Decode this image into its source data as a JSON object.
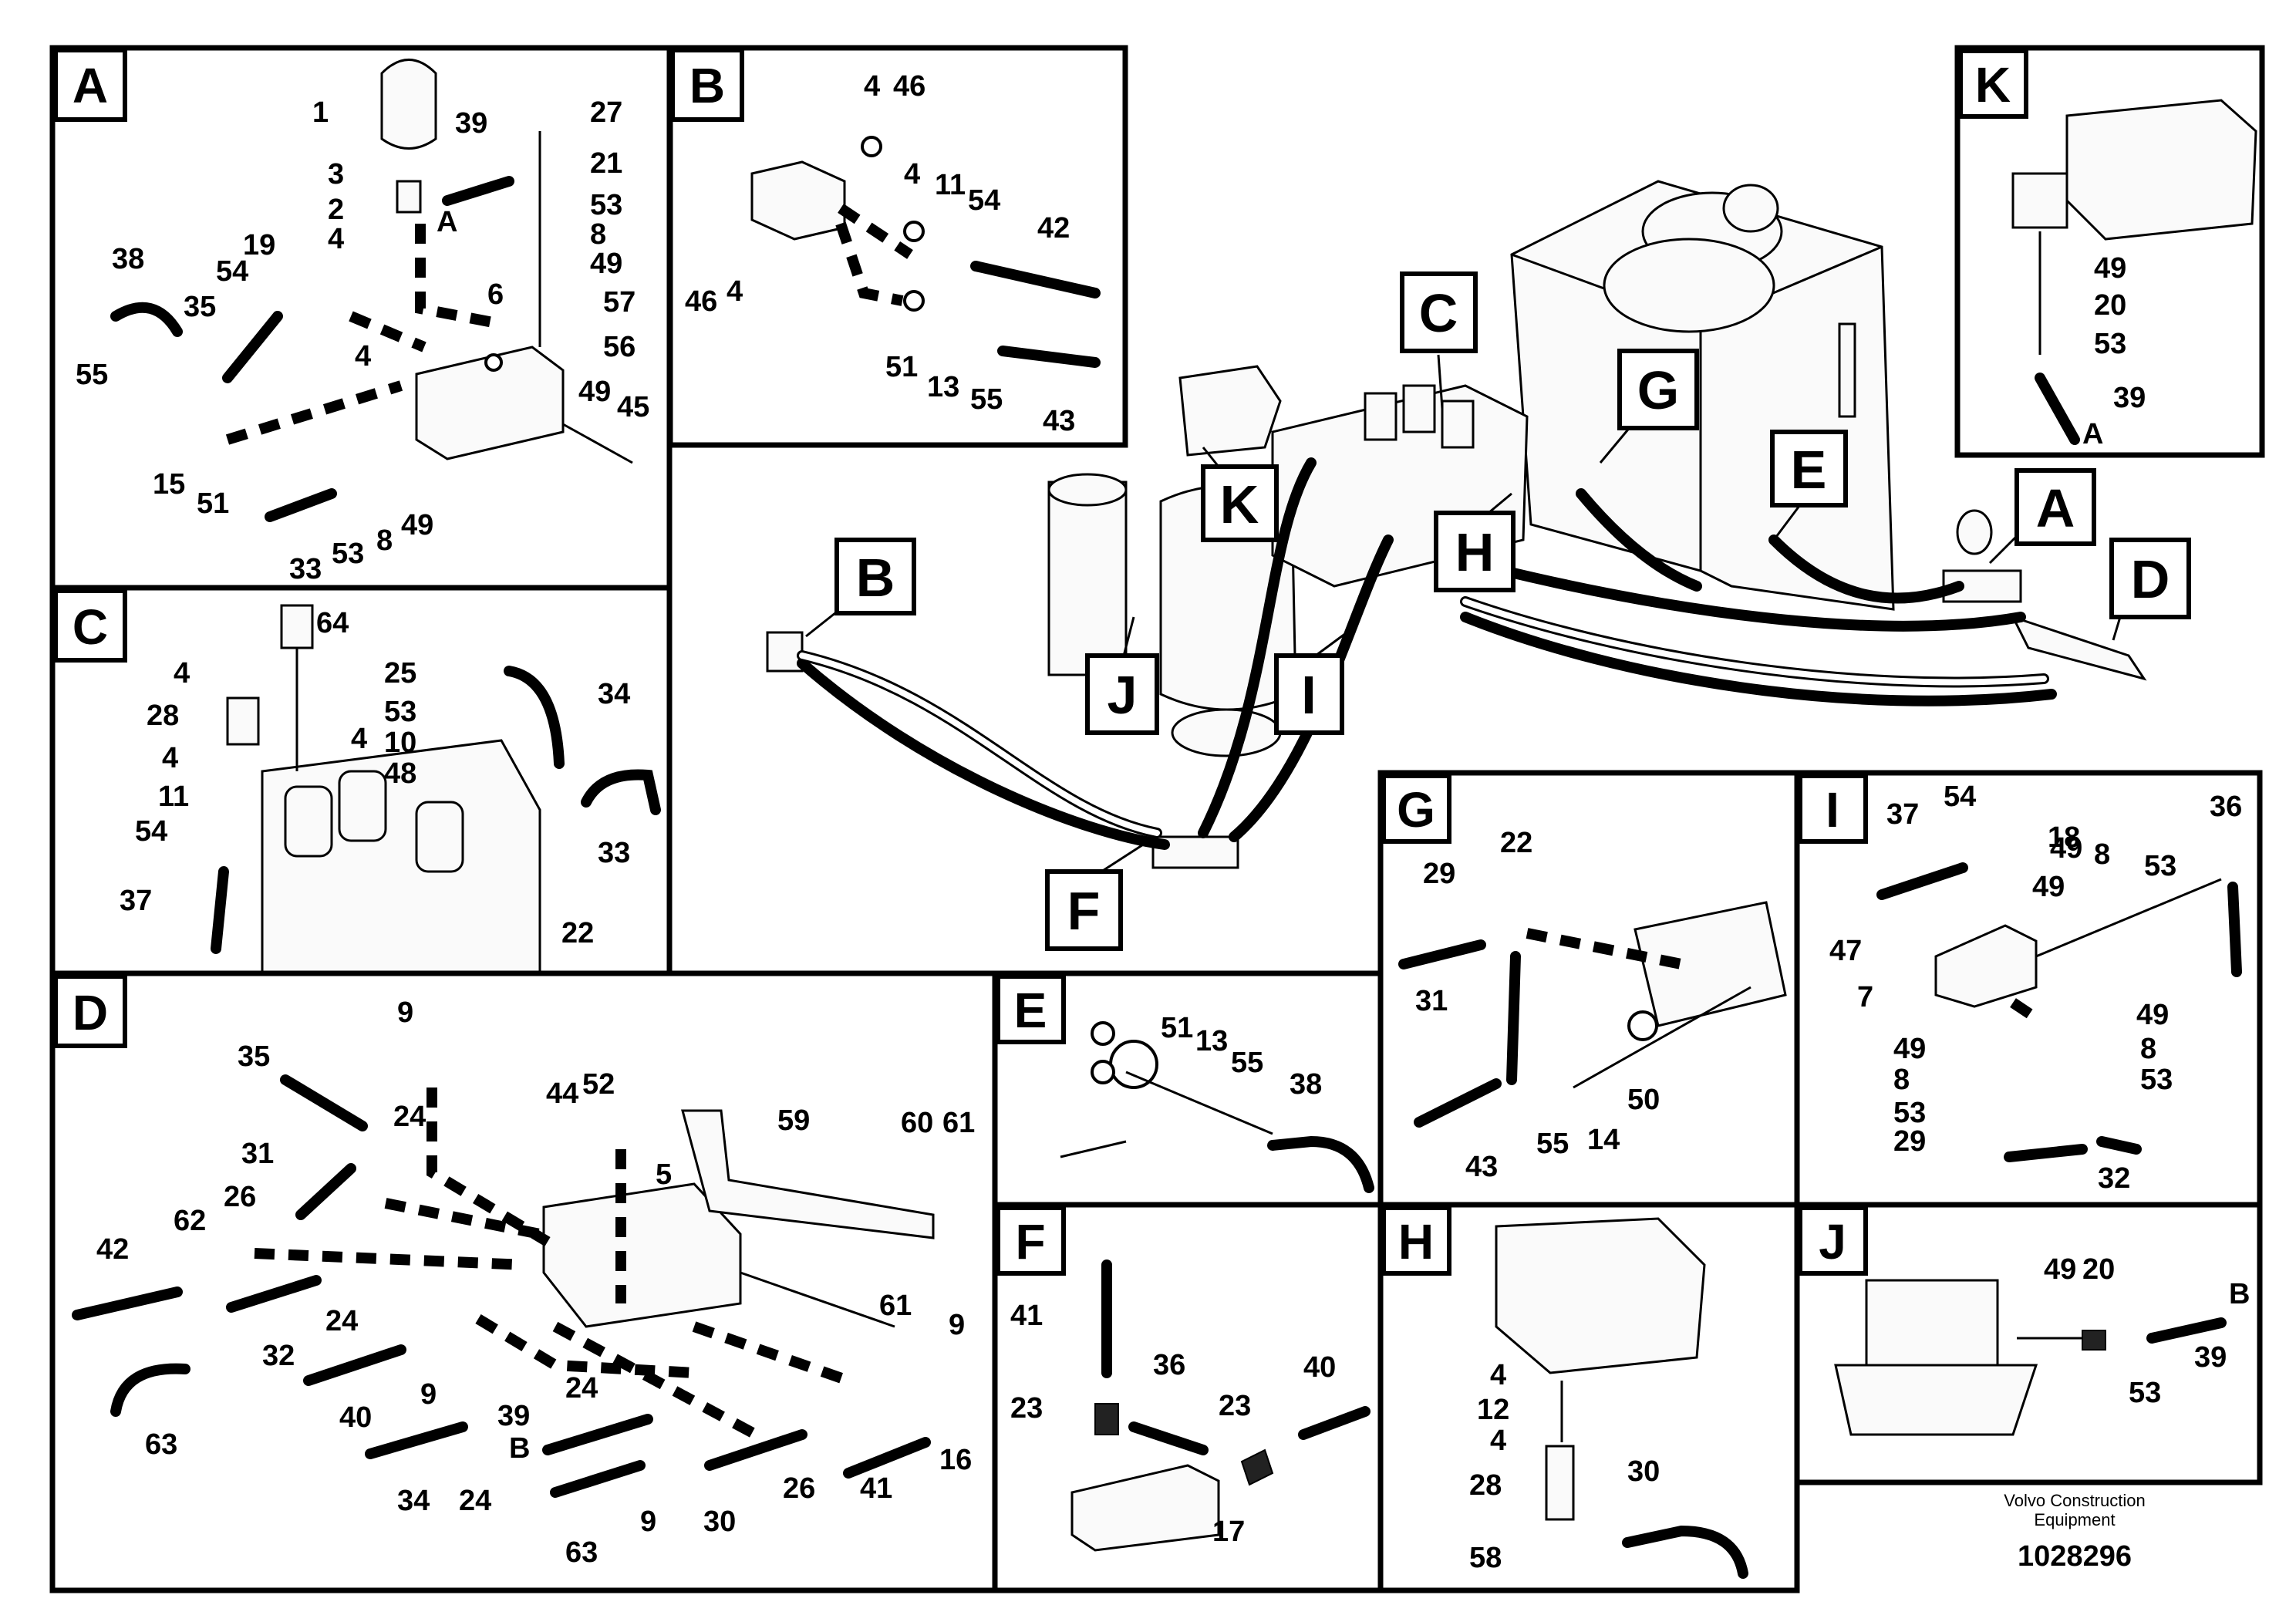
{
  "panels": {
    "A": {
      "label": "A",
      "numbers": [
        "1",
        "39",
        "27",
        "21",
        "3",
        "2",
        "53",
        "8",
        "4",
        "49",
        "57",
        "56",
        "6",
        "19",
        "38",
        "54",
        "35",
        "4",
        "55",
        "15",
        "51",
        "33",
        "53",
        "8",
        "49",
        "49",
        "45"
      ],
      "hose_tag": "A"
    },
    "B": {
      "label": "B",
      "numbers": [
        "4",
        "46",
        "4",
        "11",
        "54",
        "42",
        "46",
        "4",
        "51",
        "13",
        "55",
        "43"
      ]
    },
    "C": {
      "label": "C",
      "numbers": [
        "64",
        "4",
        "28",
        "4",
        "4",
        "11",
        "54",
        "37",
        "25",
        "53",
        "10",
        "48",
        "34",
        "33",
        "22"
      ]
    },
    "D": {
      "label": "D",
      "numbers": [
        "9",
        "35",
        "44",
        "52",
        "59",
        "60",
        "61",
        "31",
        "24",
        "26",
        "42",
        "62",
        "5",
        "32",
        "24",
        "61",
        "9",
        "40",
        "9",
        "24",
        "63",
        "34",
        "39",
        "24",
        "9",
        "30",
        "26",
        "41",
        "16",
        "63"
      ],
      "hose_tag": "B"
    },
    "E": {
      "label": "E",
      "numbers": [
        "51",
        "13",
        "55",
        "38"
      ]
    },
    "F": {
      "label": "F",
      "numbers": [
        "41",
        "36",
        "23",
        "23",
        "40",
        "17"
      ]
    },
    "G": {
      "label": "G",
      "numbers": [
        "22",
        "29",
        "31",
        "43",
        "55",
        "14",
        "50"
      ]
    },
    "H": {
      "label": "H",
      "numbers": [
        "4",
        "12",
        "4",
        "28",
        "30",
        "58"
      ]
    },
    "I": {
      "label": "I",
      "numbers": [
        "37",
        "54",
        "18",
        "36",
        "49",
        "8",
        "53",
        "49",
        "47",
        "7",
        "49",
        "49",
        "8",
        "8",
        "53",
        "53",
        "29",
        "32"
      ]
    },
    "J": {
      "label": "J",
      "numbers": [
        "49",
        "20",
        "39",
        "53"
      ],
      "hose_tag": "B"
    },
    "K": {
      "label": "K",
      "numbers": [
        "49",
        "20",
        "53",
        "39"
      ],
      "hose_tag": "A"
    }
  },
  "overview_callouts": [
    "C",
    "G",
    "E",
    "A",
    "D",
    "B",
    "K",
    "H",
    "J",
    "I",
    "F"
  ],
  "footer": {
    "company_line1": "Volvo Construction",
    "company_line2": "Equipment",
    "doc_number": "1028296"
  }
}
